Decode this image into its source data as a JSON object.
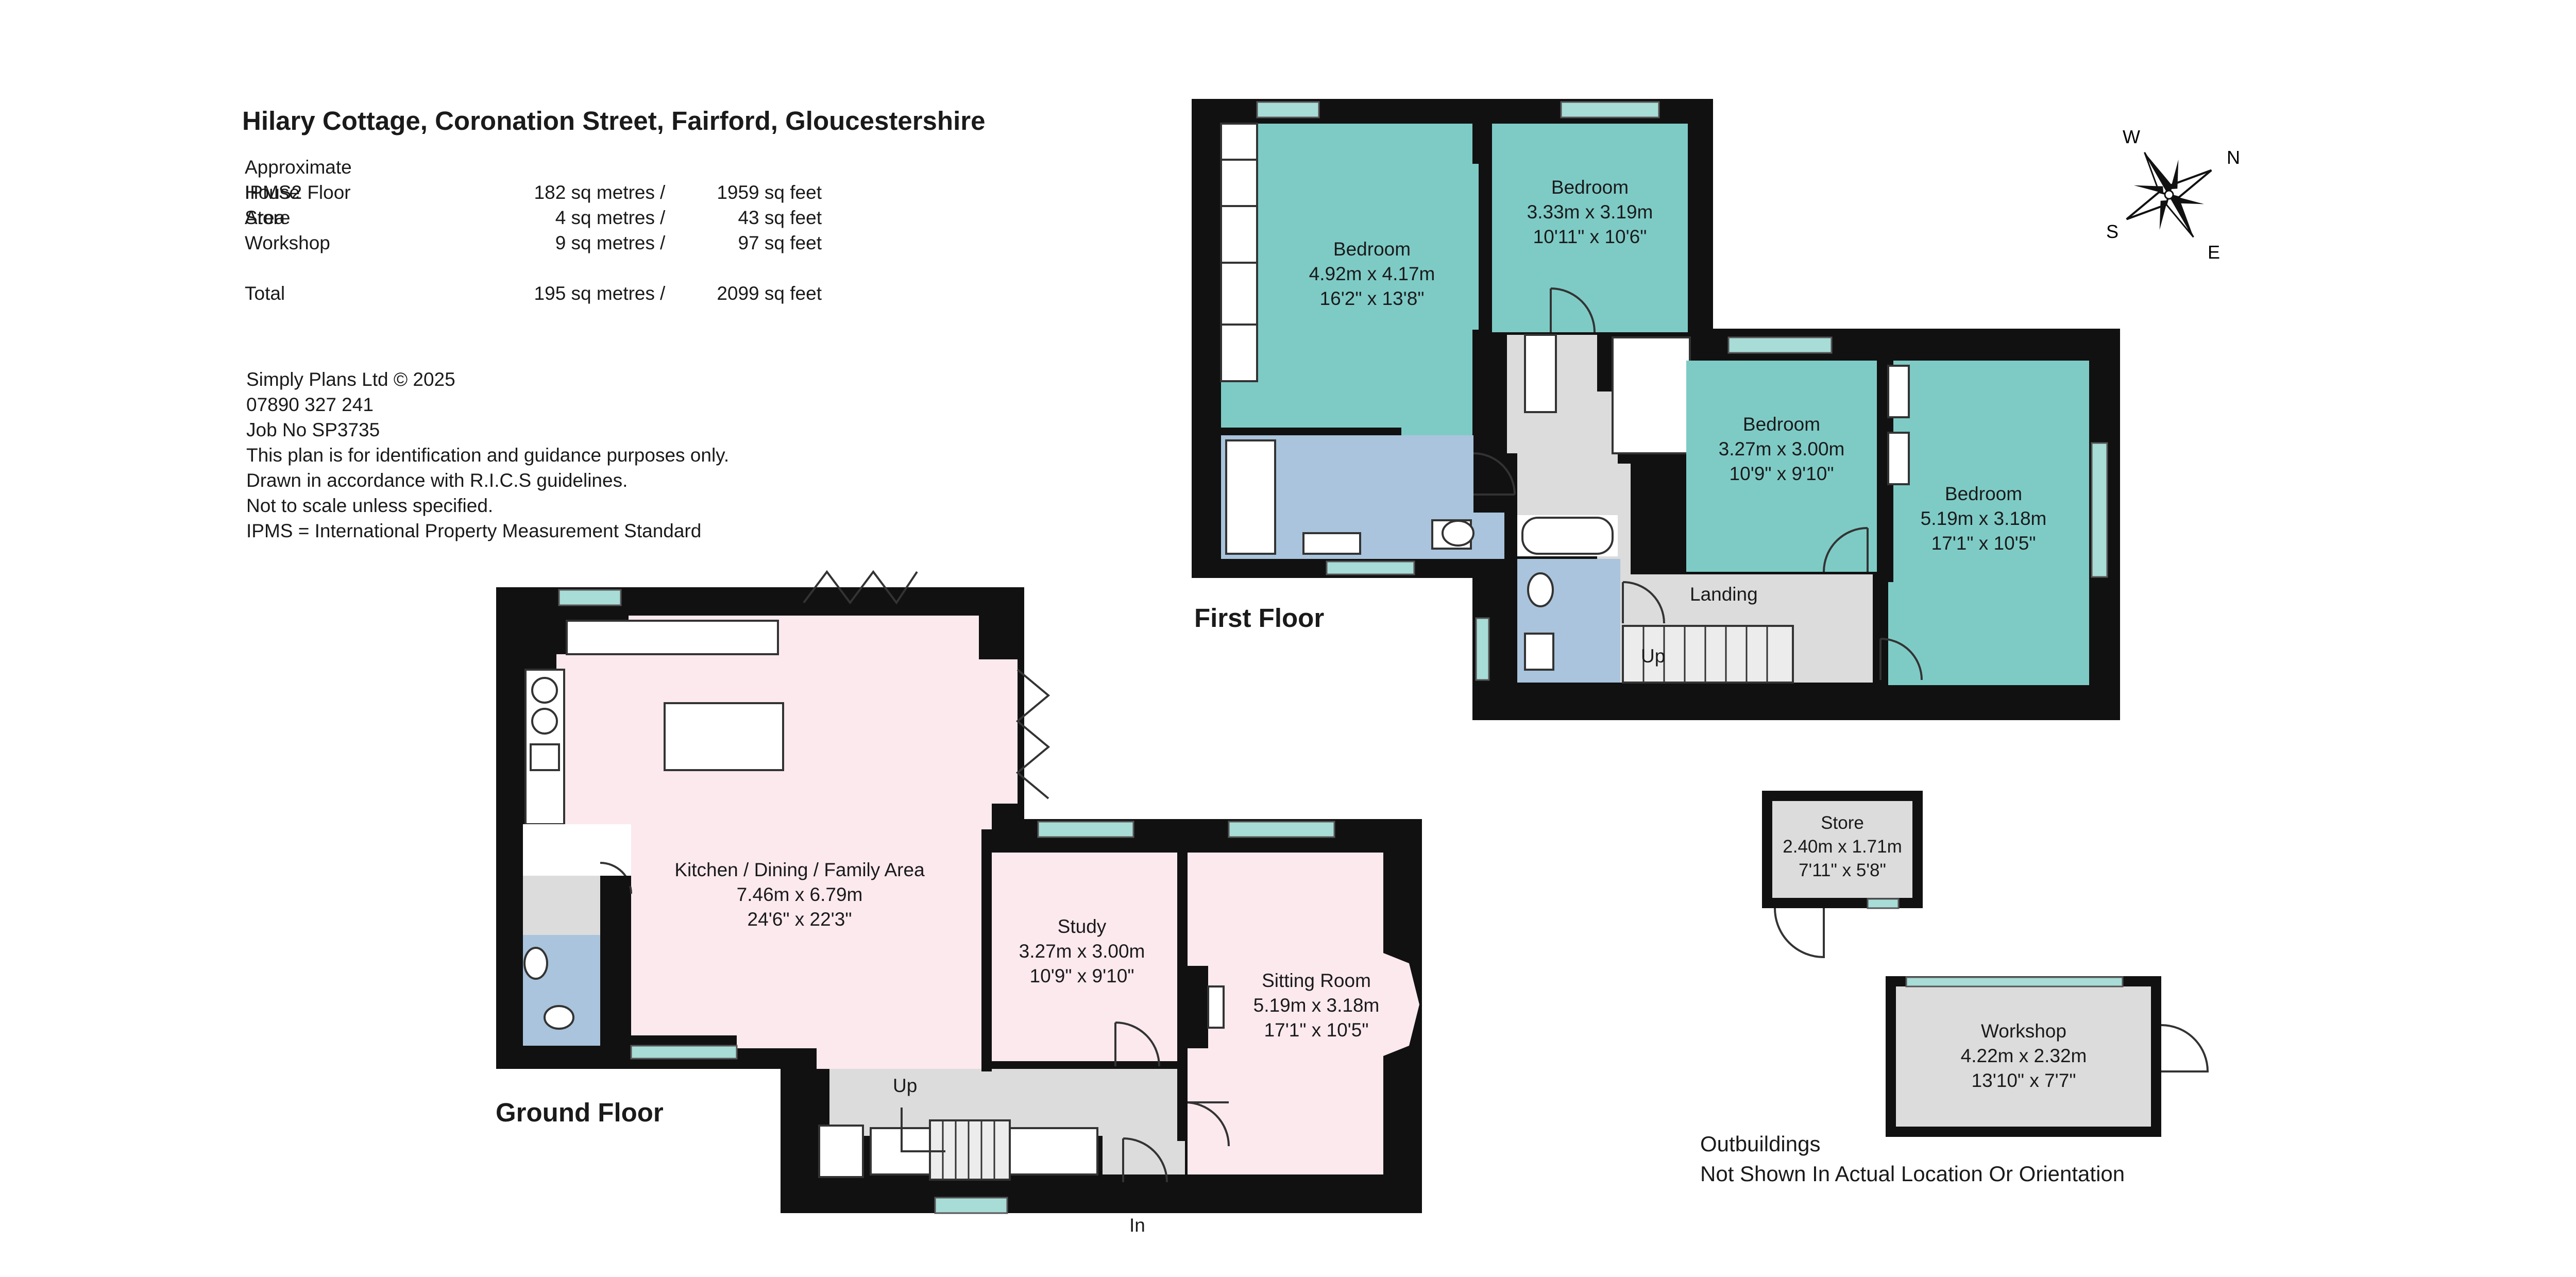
{
  "property": {
    "title": "Hilary Cottage, Coronation Street, Fairford, Gloucestershire"
  },
  "areas": {
    "heading": "Approximate IPMS2 Floor Area",
    "rows": [
      {
        "label": "House",
        "metres": "182 sq metres",
        "sep": "/",
        "feet": "1959 sq feet"
      },
      {
        "label": "Store",
        "metres": "4 sq metres",
        "sep": "/",
        "feet": "43 sq feet"
      },
      {
        "label": "Workshop",
        "metres": "9 sq metres",
        "sep": "/",
        "feet": "97 sq feet"
      }
    ],
    "total": {
      "label": "Total",
      "metres": "195 sq metres",
      "sep": "/",
      "feet": "2099 sq feet"
    }
  },
  "notes": [
    "Simply Plans Ltd © 2025",
    "07890 327 241",
    "Job No SP3735",
    "This plan is for identification and guidance purposes only.",
    "Drawn in accordance with R.I.C.S guidelines.",
    "Not to scale unless specified.",
    "IPMS = International Property Measurement Standard"
  ],
  "floors": {
    "first": "First Floor",
    "ground": "Ground Floor"
  },
  "rooms": {
    "first_bedroom_1": {
      "name": "Bedroom",
      "metric": "4.92m x 4.17m",
      "imperial": "16'2\" x 13'8\""
    },
    "first_bedroom_2": {
      "name": "Bedroom",
      "metric": "3.33m x 3.19m",
      "imperial": "10'11\" x 10'6\""
    },
    "first_bedroom_3": {
      "name": "Bedroom",
      "metric": "3.27m x 3.00m",
      "imperial": "10'9\" x 9'10\""
    },
    "first_bedroom_4": {
      "name": "Bedroom",
      "metric": "5.19m x 3.18m",
      "imperial": "17'1\" x 10'5\""
    },
    "landing": {
      "name": "Landing"
    },
    "kitchen": {
      "name": "Kitchen / Dining / Family Area",
      "metric": "7.46m x 6.79m",
      "imperial": "24'6\" x 22'3\""
    },
    "study": {
      "name": "Study",
      "metric": "3.27m x 3.00m",
      "imperial": "10'9\" x 9'10\""
    },
    "sitting_room": {
      "name": "Sitting Room",
      "metric": "5.19m x 3.18m",
      "imperial": "17'1\" x 10'5\""
    },
    "store": {
      "name": "Store",
      "metric": "2.40m x 1.71m",
      "imperial": "7'11\" x 5'8\""
    },
    "workshop": {
      "name": "Workshop",
      "metric": "4.22m x 2.32m",
      "imperial": "13'10\" x 7'7\""
    }
  },
  "markers": {
    "up_first": "Up",
    "up_ground": "Up",
    "entrance": "In"
  },
  "compass": {
    "n": "N",
    "e": "E",
    "s": "S",
    "w": "W"
  },
  "outbuildings": {
    "line1": "Outbuildings",
    "line2": "Not Shown In Actual Location Or Orientation"
  },
  "colors": {
    "wall": "#111111",
    "bedroom": "#7ecbc6",
    "bathroom": "#a9c4dc",
    "circulation": "#dcdcdc",
    "kitchen": "#fbe9ee",
    "outbuilding": "#dcdcdc",
    "window": "#a8dcd6"
  }
}
